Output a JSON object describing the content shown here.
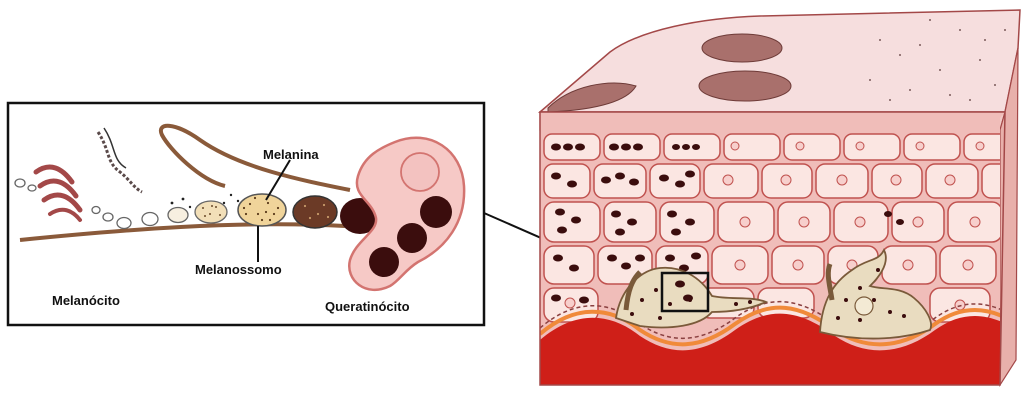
{
  "labels": {
    "melanina": "Melanina",
    "melanossomo": "Melanossomo",
    "melanocito": "Melanócito",
    "queratinocito": "Queratinócito"
  },
  "colors": {
    "skin_surface": "#f6dede",
    "cell_fill": "#fbe6e2",
    "cell_outline": "#c0524f",
    "dermis": "#cf1f18",
    "melanin_dark": "#3b0d0d",
    "melanocyte_outline": "#8a5a3a",
    "keratinocyte_fill": "#f6c9c6"
  }
}
